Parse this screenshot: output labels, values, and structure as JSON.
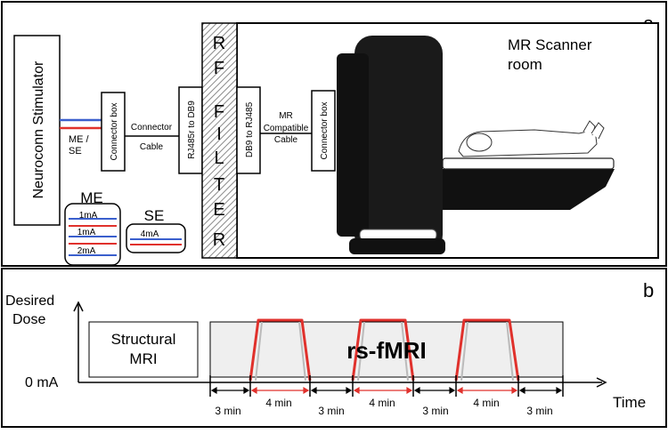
{
  "panel_a": {
    "label": "a",
    "room_label_line1": "MR Scanner",
    "room_label_line2": "room",
    "stimulator": "Neuroconn Stimulator",
    "lead_label_line1": "ME /",
    "lead_label_line2": "SE",
    "connector_box_1": "Connector box",
    "cable_1_line1": "Connector",
    "cable_1_line2": "Cable",
    "adapter_1": "RJ485r to DB9",
    "filter_letters": [
      "R",
      "F",
      "F",
      "I",
      "L",
      "T",
      "E",
      "R"
    ],
    "adapter_2": "DB9 to RJ485",
    "cable_2_line1": "MR",
    "cable_2_line2": "Compatible",
    "cable_2_line3": "Cable",
    "connector_box_2": "Connector box",
    "me_title": "ME",
    "me_currents": [
      "1mA",
      "1mA",
      "2mA"
    ],
    "se_title": "SE",
    "se_current": "4mA",
    "colors": {
      "anode": "#e0312c",
      "cathode": "#3a5fcd",
      "filter_hatch": "#888888"
    }
  },
  "panel_b": {
    "label": "b",
    "y_label_line1": "Desired",
    "y_label_line2": "Dose",
    "zero_label": "0 mA",
    "x_label": "Time",
    "structural_line1": "Structural",
    "structural_line2": "MRI",
    "rs_label": "rs-fMRI",
    "segments": [
      "3 min",
      "4 min",
      "3 min",
      "4 min",
      "3 min",
      "4 min",
      "3 min"
    ],
    "colors": {
      "stim": "#e0312c",
      "block_fill": "#efefef"
    }
  }
}
